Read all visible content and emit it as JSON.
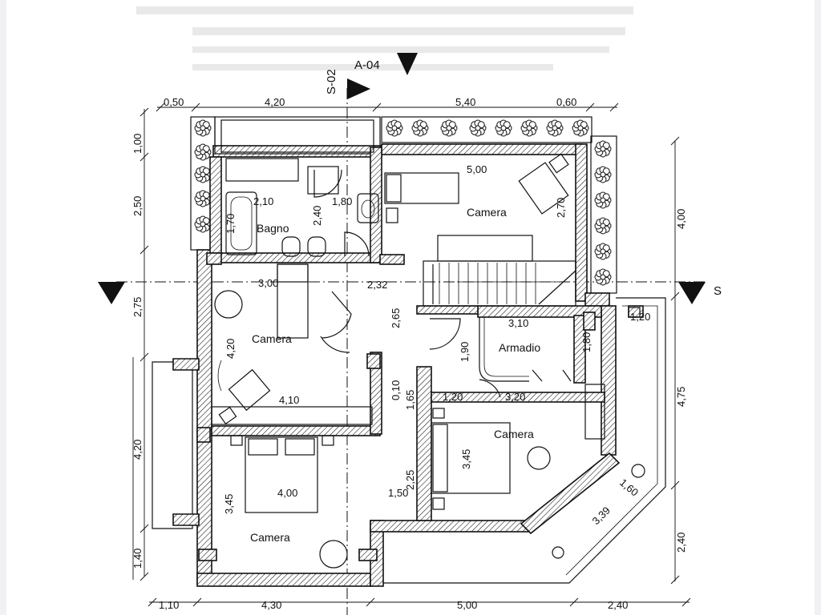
{
  "section_labels": {
    "a04": "A-04",
    "s02": "S-02",
    "s": "S"
  },
  "rooms": {
    "bagno": "Bagno",
    "camera_ne": "Camera",
    "camera_w": "Camera",
    "armadio": "Armadio",
    "camera_se": "Camera",
    "camera_sw": "Camera"
  },
  "dims_top": [
    "0,50",
    "4,20",
    "5,40",
    "0,60"
  ],
  "dims_bottom": [
    "1,10",
    "4,30",
    "5,00",
    "2,40"
  ],
  "dims_left": [
    "1,00",
    "2,50",
    "2,75",
    "4,20",
    "1,40"
  ],
  "dims_right": [
    "4,00",
    "4,75",
    "2,40"
  ],
  "dims_inner": [
    "5,00",
    "2,10",
    "1,80",
    "2,40",
    "1,70",
    "2,70",
    "3,00",
    "2,32",
    "2,65",
    "3,10",
    "1,20",
    "4,20",
    "1,90",
    "1,80",
    "0,10",
    "1,65",
    "4,10",
    "1,20",
    "3,20",
    "3,45",
    "4,00",
    "1,50",
    "2,25",
    "3,45",
    "1,60",
    "3,39"
  ]
}
